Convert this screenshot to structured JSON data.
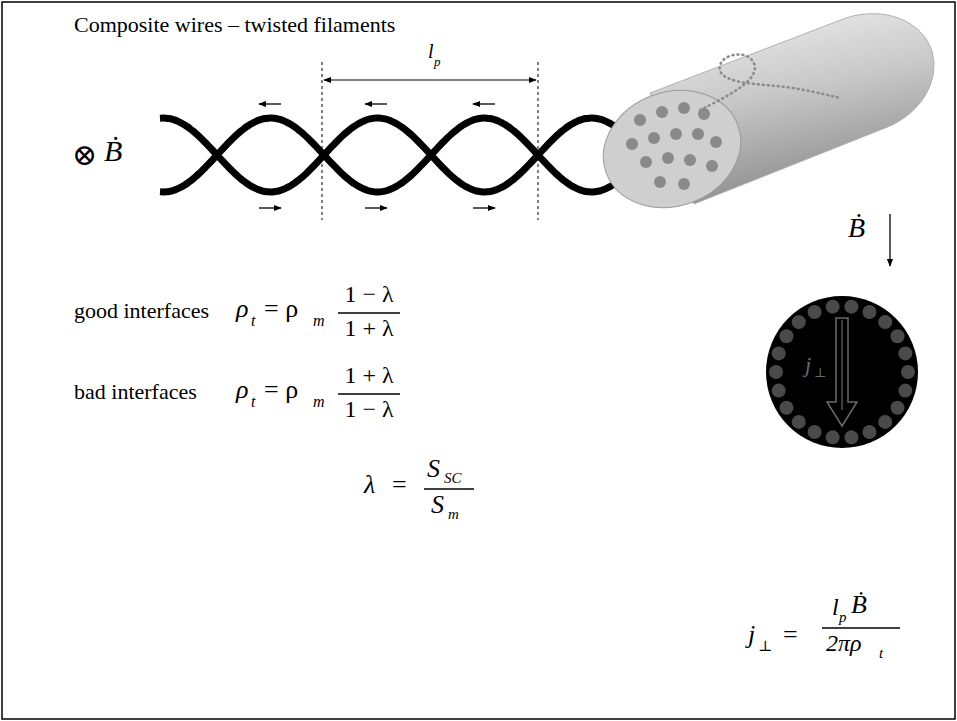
{
  "diagram": {
    "title": "Composite wires – twisted filaments",
    "labels": [
      "l",
      "p",
      "⊗",
      "Ḃ",
      "good interfaces",
      "ρ",
      "t",
      "= ρ",
      "m",
      "1 − λ",
      "1 + λ",
      "bad interfaces",
      "ρ",
      "t",
      "= ρ",
      "m",
      "1 + λ",
      "1 − λ",
      "λ",
      "=",
      "S",
      "SC",
      "S",
      "m",
      "Ḃ",
      "j",
      "⊥",
      "j",
      "⊥",
      "=",
      "l",
      "p",
      "Ḃ",
      "2πρ",
      "t"
    ]
  }
}
